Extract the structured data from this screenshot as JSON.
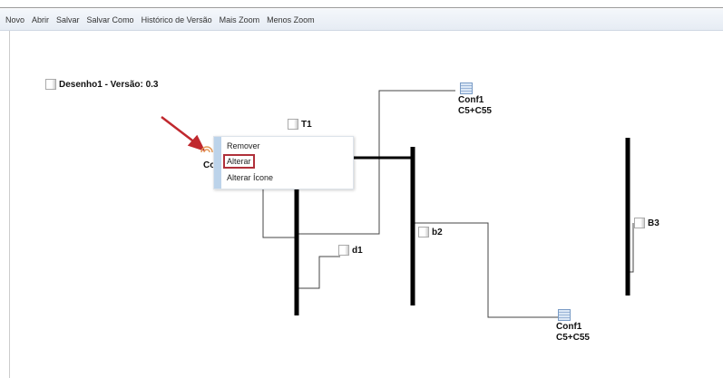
{
  "toolbar": {
    "items": [
      "Novo",
      "Abrir",
      "Salvar",
      "Salvar Como",
      "Histórico de Versão",
      "Mais Zoom",
      "Menos Zoom"
    ]
  },
  "diagram": {
    "title": "Desenho1 - Versão: 0.3",
    "nodes": {
      "t1": "T1",
      "d1": "d1",
      "b2": "b2",
      "b3": "B3",
      "co": "Co"
    },
    "conf_top": {
      "name": "Conf1",
      "detail": "C5+C55"
    },
    "conf_bottom": {
      "name": "Conf1",
      "detail": "C5+C55"
    }
  },
  "context_menu": {
    "items": [
      "Remover",
      "Alterar",
      "Alterar Ícone"
    ],
    "selected": "Alterar"
  },
  "colors": {
    "arrow": "#c0282e",
    "highlight": "#b0303a"
  }
}
